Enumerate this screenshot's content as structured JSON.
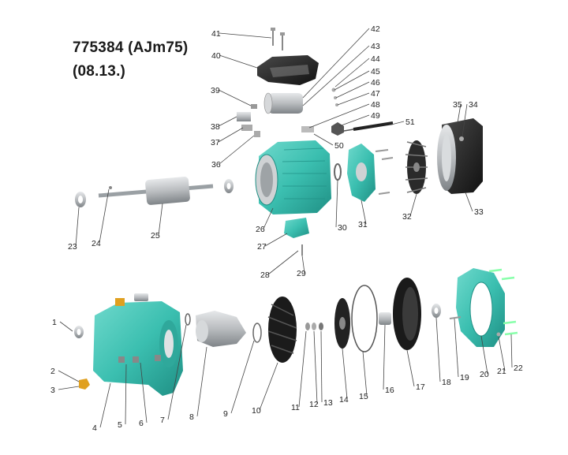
{
  "title": {
    "line1": "775384 (AJm75)",
    "line2": "(08.13.)"
  },
  "colors": {
    "teal": "#3bbfb0",
    "teal_dark": "#1f8f84",
    "black_part": "#1b1b1b",
    "grey_part": "#b9bcbf",
    "orange_part": "#e0a020"
  },
  "callouts": [
    {
      "id": "1",
      "label": "1"
    },
    {
      "id": "2",
      "label": "2"
    },
    {
      "id": "3",
      "label": "3"
    },
    {
      "id": "4",
      "label": "4"
    },
    {
      "id": "5",
      "label": "5"
    },
    {
      "id": "6",
      "label": "6"
    },
    {
      "id": "7",
      "label": "7"
    },
    {
      "id": "8",
      "label": "8"
    },
    {
      "id": "9",
      "label": "9"
    },
    {
      "id": "10",
      "label": "10"
    },
    {
      "id": "11",
      "label": "11"
    },
    {
      "id": "12",
      "label": "12"
    },
    {
      "id": "13",
      "label": "13"
    },
    {
      "id": "14",
      "label": "14"
    },
    {
      "id": "15",
      "label": "15"
    },
    {
      "id": "16",
      "label": "16"
    },
    {
      "id": "17",
      "label": "17"
    },
    {
      "id": "18",
      "label": "18"
    },
    {
      "id": "19",
      "label": "19"
    },
    {
      "id": "20",
      "label": "20"
    },
    {
      "id": "21",
      "label": "21"
    },
    {
      "id": "22",
      "label": "22"
    },
    {
      "id": "23",
      "label": "23"
    },
    {
      "id": "24",
      "label": "24"
    },
    {
      "id": "25",
      "label": "25"
    },
    {
      "id": "26",
      "label": "26"
    },
    {
      "id": "27",
      "label": "27"
    },
    {
      "id": "28",
      "label": "28"
    },
    {
      "id": "29",
      "label": "29"
    },
    {
      "id": "30",
      "label": "30"
    },
    {
      "id": "31",
      "label": "31"
    },
    {
      "id": "32",
      "label": "32"
    },
    {
      "id": "33",
      "label": "33"
    },
    {
      "id": "34",
      "label": "34"
    },
    {
      "id": "35",
      "label": "35"
    },
    {
      "id": "36",
      "label": "36"
    },
    {
      "id": "37",
      "label": "37"
    },
    {
      "id": "38",
      "label": "38"
    },
    {
      "id": "39",
      "label": "39"
    },
    {
      "id": "40",
      "label": "40"
    },
    {
      "id": "41",
      "label": "41"
    },
    {
      "id": "42",
      "label": "42"
    },
    {
      "id": "43",
      "label": "43"
    },
    {
      "id": "44",
      "label": "44"
    },
    {
      "id": "45",
      "label": "45"
    },
    {
      "id": "46",
      "label": "46"
    },
    {
      "id": "47",
      "label": "47"
    },
    {
      "id": "48",
      "label": "48"
    },
    {
      "id": "49",
      "label": "49"
    },
    {
      "id": "50",
      "label": "50"
    },
    {
      "id": "51",
      "label": "51"
    }
  ]
}
